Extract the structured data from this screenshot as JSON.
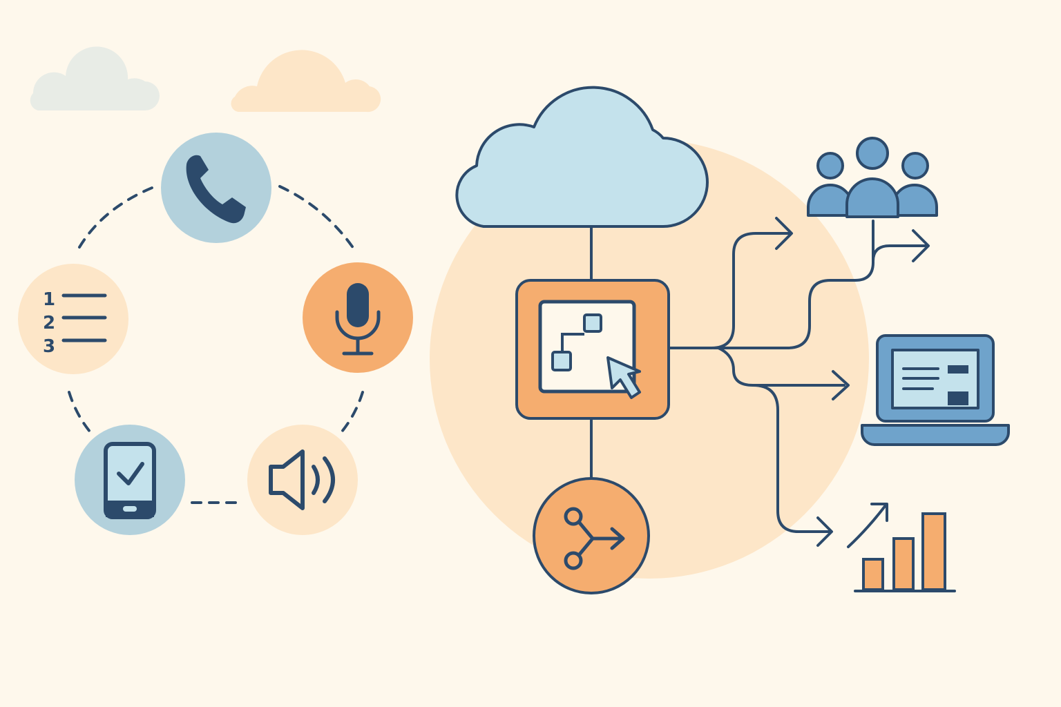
{
  "colors": {
    "background": "#fef8ec",
    "outline": "#2c4a6b",
    "orange": "#f5ad6f",
    "orange_light": "#fde6c8",
    "blue_light": "#c4e2ec",
    "blue_gray": "#b3d1dc",
    "blue_mid": "#6fa3cb",
    "cloud_gray": "#e8ece6"
  },
  "channels": [
    {
      "name": "phone",
      "icon": "phone-icon"
    },
    {
      "name": "microphone",
      "icon": "microphone-icon"
    },
    {
      "name": "speaker",
      "icon": "speaker-icon"
    },
    {
      "name": "mobile",
      "icon": "mobile-check-icon"
    },
    {
      "name": "list",
      "icon": "numbered-list-icon"
    }
  ],
  "list_numbers": [
    "1",
    "2",
    "3"
  ],
  "hub": {
    "cloud": "cloud-icon",
    "workflow": "workflow-builder-icon",
    "router": "routing-icon"
  },
  "outputs": [
    {
      "name": "team",
      "icon": "team-icon"
    },
    {
      "name": "dashboard",
      "icon": "laptop-dashboard-icon"
    },
    {
      "name": "analytics",
      "icon": "bar-chart-icon"
    }
  ]
}
